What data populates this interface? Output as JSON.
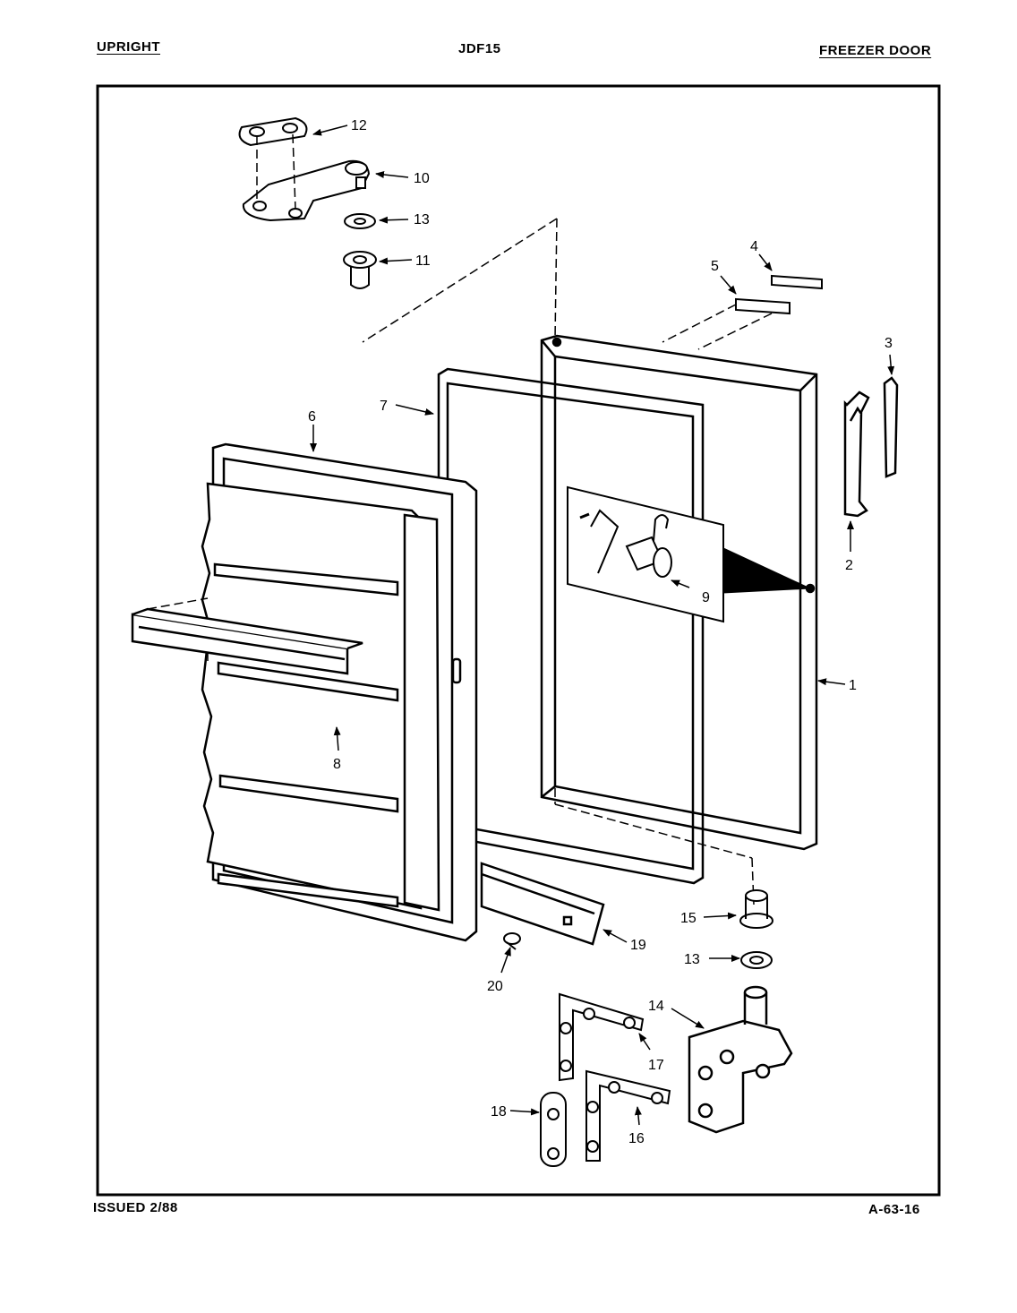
{
  "header": {
    "left": "UPRIGHT",
    "center": "JDF15",
    "right": "FREEZER DOOR"
  },
  "footer": {
    "left": "ISSUED 2/88",
    "right": "A-63-16"
  },
  "callouts": {
    "c1": "1",
    "c2": "2",
    "c3": "3",
    "c4": "4",
    "c5": "5",
    "c6": "6",
    "c7": "7",
    "c8": "8",
    "c9": "9",
    "c10": "10",
    "c11": "11",
    "c12": "12",
    "c13a": "13",
    "c13b": "13",
    "c14": "14",
    "c15": "15",
    "c16": "16",
    "c17": "17",
    "c18": "18",
    "c19": "19",
    "c20": "20"
  }
}
